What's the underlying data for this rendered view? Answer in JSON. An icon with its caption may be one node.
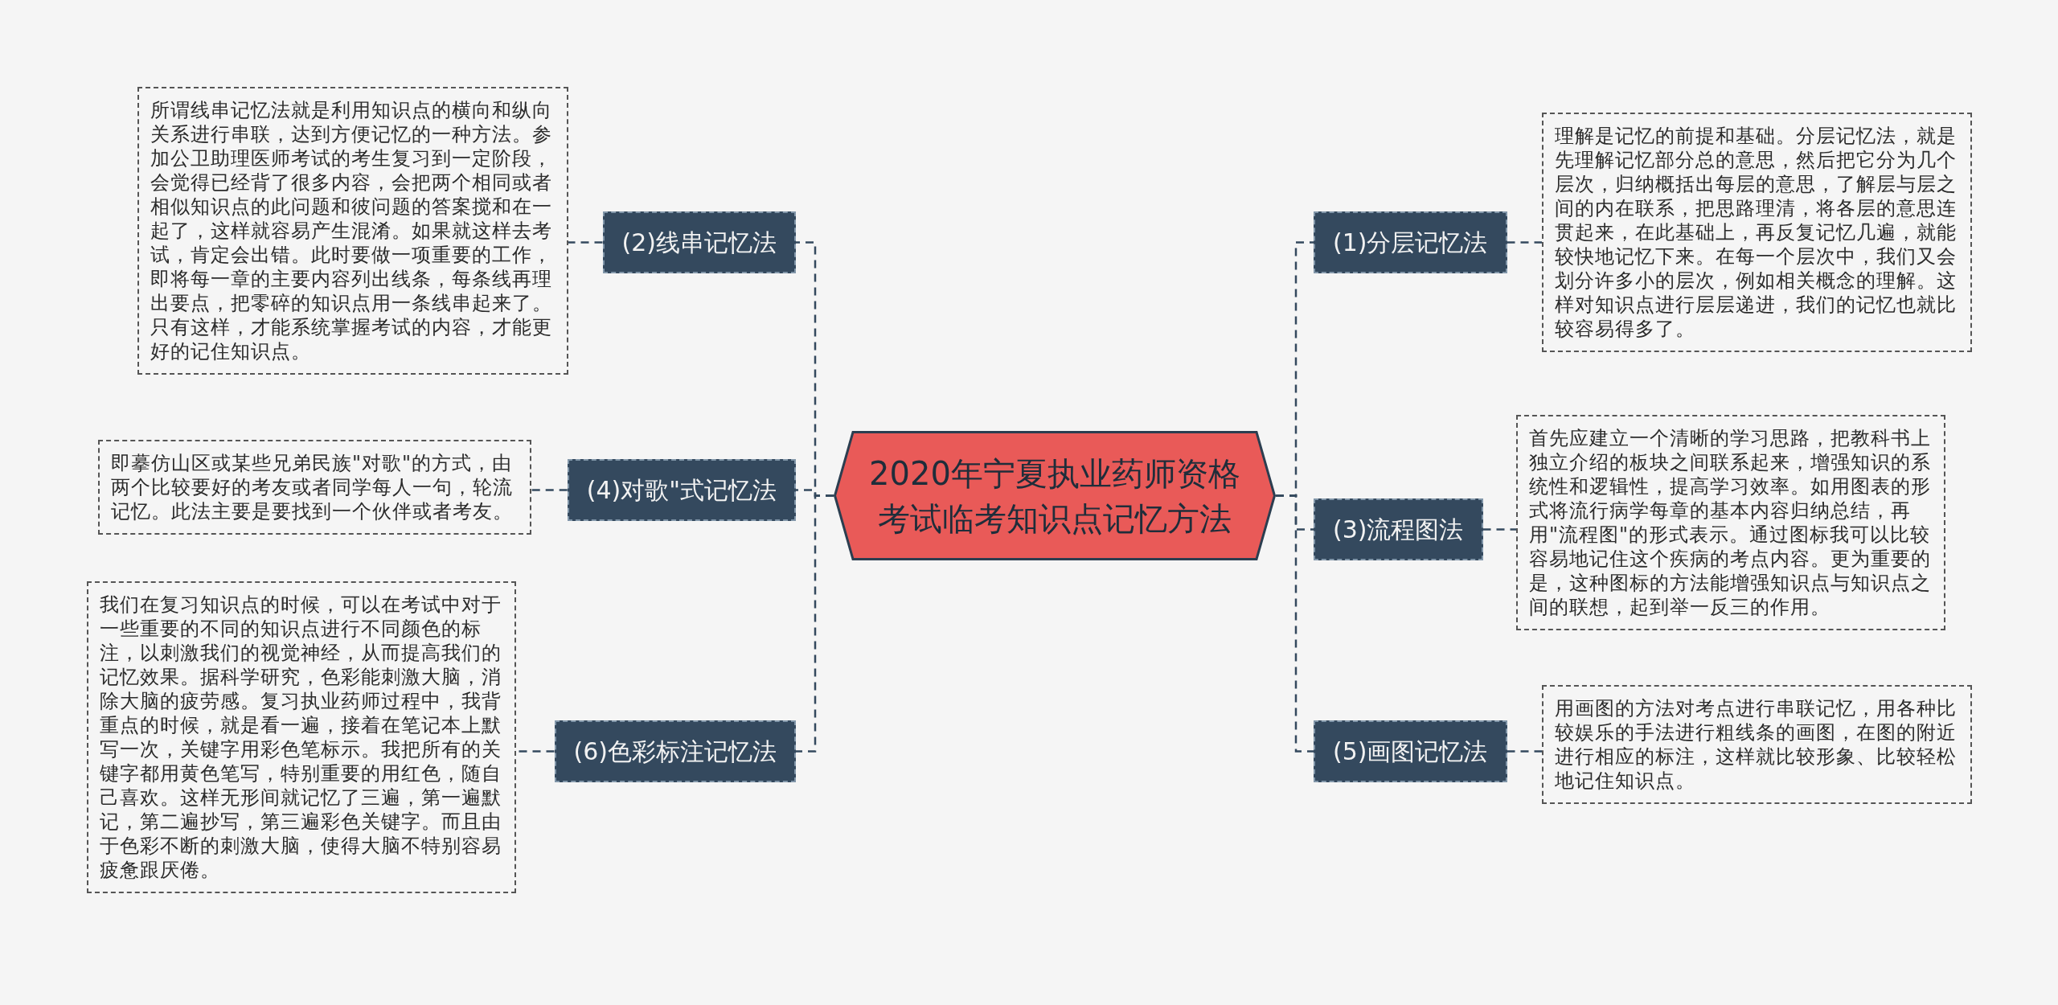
{
  "diagram": {
    "nodes": [
      {
        "text": [
          "2020年宁夏执业药师资格考试临考知识点记忆方法"
        ]
      },
      {
        "text": [
          "(1)分层记忆法"
        ]
      },
      {
        "text": [
          "理解是记忆的前提和基础。分层记忆法，就是先理解记忆部分总的意思，然后把它分为几个层次，归纳概括出每层的意思，了解层与层之间的内在联系，把思路理清，将各层的意思连贯起来，在此基础上，再反复记忆几遍，就能较快地记忆下来。在每一个层次中，我们又会划分许多小的层次，例如相关概念的理解。这样对知识点进行层层递进，我们的记忆也就比较容易得多了。"
        ]
      },
      {
        "text": [
          "(2)线串记忆法"
        ]
      },
      {
        "text": [
          "所谓线串记忆法就是利用知识点的横向和纵向关系进行串联，达到方便记忆的一种方法。参加公卫助理医师考试的考生复习到一定阶段，会觉得已经背了很多内容，会把两个相同或者相似知识点的此问题和彼问题的答案搅和在一起了，这样就容易产生混淆。如果就这样去考试，肯定会出错。此时要做一项重要的工作，即将每一章的主要内容列出线条，每条线再理出要点，把零碎的知识点用一条线串起来了。只有这样，才能系统掌握考试的内容，才能更好的记住知识点。"
        ]
      },
      {
        "text": [
          "(3)流程图法"
        ]
      },
      {
        "text": [
          "首先应建立一个清晰的学习思路，把教科书上独立介绍的板块之间联系起来，增强知识的系统性和逻辑性，提高学习效率。如用图表的形式将流行病学每章的基本内容归纳总结，再用\"流程图\"的形式表示。通过图标我可以比较容易地记住这个疾病的考点内容。更为重要的是，这种图标的方法能增强知识点与知识点之间的联想，起到举一反三的作用。"
        ]
      },
      {
        "text": [
          "(4)对歌\"式记忆法"
        ]
      },
      {
        "text": [
          "即摹仿山区或某些兄弟民族\"对歌\"的方式，由两个比较要好的考友或者同学每人一句，轮流记忆。此法主要是要找到一个伙伴或者考友。"
        ]
      },
      {
        "text": [
          "(5)画图记忆法"
        ]
      },
      {
        "text": [
          "用画图的方法对考点进行串联记忆，用各种比较娱乐的手法进行粗线条的画图，在图的附近进行相应的标注，这样就比较形象、比较轻松地记住知识点。"
        ]
      },
      {
        "text": [
          "(6)色彩标注记忆法"
        ]
      },
      {
        "text": [
          "我们在复习知识点的时候，可以在考试中对于一些重要的不同的知识点进行不同颜色的标注，以刺激我们的视觉神经，从而提高我们的记忆效果。据科学研究，色彩能刺激大脑，消除大脑的疲劳感。复习执业药师过程中，我背重点的时候，就是看一遍，接着在笔记本上默写一次，关键字用彩色笔标示。我把所有的关键字都用黄色笔写，特别重要的用红色，随自己喜欢。这样无形间就记忆了三遍，第一遍默记，第二遍抄写，第三遍彩色关键字。而且由于色彩不断的刺激大脑，使得大脑不特别容易疲惫跟厌倦。"
        ]
      }
    ],
    "edges": [
      {
        "from": 0,
        "to": 1,
        "arrow": "none",
        "style": "dashed"
      },
      {
        "from": 1,
        "to": 2,
        "arrow": "none",
        "style": "dashed"
      },
      {
        "from": 0,
        "to": 3,
        "arrow": "none",
        "style": "dashed"
      },
      {
        "from": 3,
        "to": 4,
        "arrow": "none",
        "style": "dashed"
      },
      {
        "from": 0,
        "to": 5,
        "arrow": "none",
        "style": "dashed"
      },
      {
        "from": 5,
        "to": 6,
        "arrow": "none",
        "style": "dashed"
      },
      {
        "from": 0,
        "to": 7,
        "arrow": "none",
        "style": "dashed"
      },
      {
        "from": 7,
        "to": 8,
        "arrow": "none",
        "style": "dashed"
      },
      {
        "from": 0,
        "to": 9,
        "arrow": "none",
        "style": "dashed"
      },
      {
        "from": 9,
        "to": 10,
        "arrow": "none",
        "style": "dashed"
      },
      {
        "from": 0,
        "to": 11,
        "arrow": "none",
        "style": "dashed"
      },
      {
        "from": 11,
        "to": 12,
        "arrow": "none",
        "style": "dashed"
      }
    ]
  }
}
